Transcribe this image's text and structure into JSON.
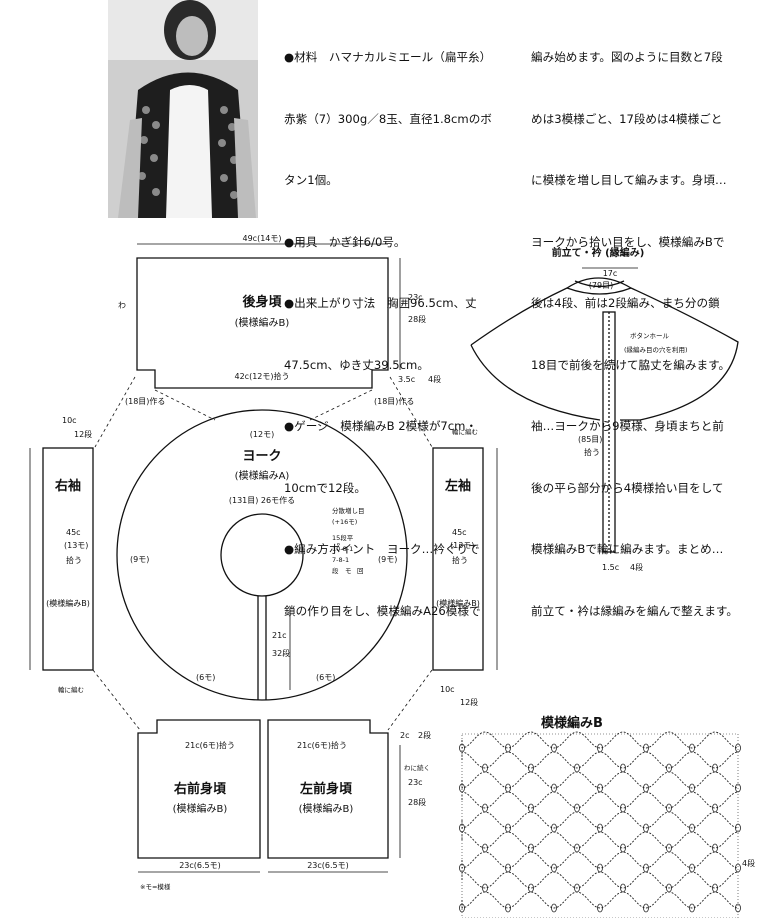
{
  "text_left": [
    "●材料　ハマナカルミエール（扁平糸）",
    "赤紫（7）300g／8玉、直径1.8cmのボ",
    "タン1個。",
    "●用具　かぎ針6/0号。",
    "●出来上がり寸法　胸囲96.5cm、丈",
    "47.5cm、ゆき丈39.5cm。",
    "●ゲージ　模様編みB 2模様が7cm・",
    "10cmで12段。",
    "●編み方ポイント　ヨーク…衿ぐりで",
    "鎖の作り目をし、模様編みA26模様で"
  ],
  "text_right": [
    "編み始めます。図のように目数と7段",
    "めは3模様ごと、17段めは4模様ごと",
    "に模様を増し目して編みます。身頃…",
    "ヨークから拾い目をし、模様編みBで",
    "後は4段、前は2段編み、まち分の鎖",
    "18目で前後を続けて脇丈を編みます。",
    "袖…ヨークから9模様、身頃まちと前",
    "後の平ら部分から4模様拾い目をして",
    "模様編みBで輪に編みます。まとめ…",
    "前立て・衿は縁編みを編んで整えます。"
  ],
  "back": {
    "title": "後身頃",
    "pattern": "(模様編みB)",
    "width": "49c(14モ)",
    "pick": "42c(12モ)拾う",
    "side": "3.5c",
    "side_rows": "4段",
    "len": "23c",
    "len_rows": "28段",
    "side_label": "わ",
    "gusset_left": "(18目)作る",
    "gusset_right": "(18目)作る"
  },
  "yoke": {
    "title": "ヨーク",
    "pattern": "(模様編みA)",
    "top": "(12モ)",
    "cast": "(131目) 26モ作る",
    "side_left": "(9モ)",
    "side_right": "(9モ)",
    "bottom_left": "(6モ)",
    "bottom_right": "(6モ)",
    "length": "21c",
    "length_rows": "32段",
    "increase_title": "分散増し目",
    "increase_sub": "(+16モ)",
    "increase_rows": [
      "15段平",
      "10-8-1",
      "7-8-1"
    ],
    "increase_units": [
      "段",
      "モ",
      "回"
    ]
  },
  "right_sleeve": {
    "title": "右袖",
    "pattern": "(模様編みB)",
    "width": "10c",
    "width_rows": "12段",
    "len": "45c",
    "len_mo": "(13モ)",
    "pick": "拾う",
    "round": "輪に編む"
  },
  "left_sleeve": {
    "title": "左袖",
    "pattern": "(模様編みB)",
    "width": "10c",
    "width_rows": "12段",
    "len": "45c",
    "len_mo": "(13モ)",
    "pick": "拾う",
    "round": "輪に編む"
  },
  "right_front": {
    "title": "右前身頃",
    "pattern": "(模様編みB)",
    "pick": "21c(6モ)拾う",
    "bottom": "23c(6.5モ)"
  },
  "left_front": {
    "title": "左前身頃",
    "pattern": "(模様編みB)",
    "pick": "21c(6モ)拾う",
    "bottom": "23c(6.5モ)",
    "top": "2c",
    "top_rows": "2段",
    "len": "23c",
    "len_rows": "28段",
    "ring": "わに続く"
  },
  "footnote": "※モ=模様",
  "band": {
    "title": "前立て・衿 (縁編み)",
    "width": "17c",
    "collar": "(79目)",
    "buttonhole": "ボタンホール",
    "buttonhole_sub": "(縁編み目の穴を利用)",
    "front_pick": "(85目)",
    "pick": "拾う",
    "bottom": "1.5c",
    "bottom_rows": "4段"
  },
  "chart_b": {
    "title": "模様編みB",
    "rows_label": "4段"
  }
}
